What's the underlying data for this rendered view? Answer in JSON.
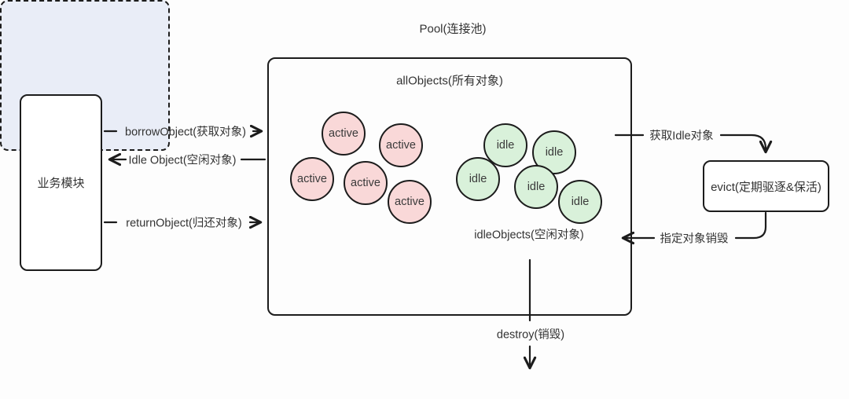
{
  "title": "Pool(连接池)",
  "business_module": {
    "label": "业务模块"
  },
  "pool": {
    "all_objects_label": "allObjects(所有对象)",
    "active_objects": [
      {
        "label": "active"
      },
      {
        "label": "active"
      },
      {
        "label": "active"
      },
      {
        "label": "active"
      },
      {
        "label": "active"
      }
    ],
    "idle_group": {
      "label": "idleObjects(空闲对象)",
      "idle_objects": [
        {
          "label": "idle"
        },
        {
          "label": "idle"
        },
        {
          "label": "idle"
        },
        {
          "label": "idle"
        },
        {
          "label": "idle"
        }
      ]
    }
  },
  "evict": {
    "label": "evict(定期驱逐&保活)"
  },
  "arrows": {
    "borrow": "borrowObject(获取对象)",
    "idle_return": "Idle Object(空闲对象)",
    "return_object": "returnObject(归还对象)",
    "fetch_idle": "获取Idle对象",
    "destroy_target": "指定对象销毁",
    "destroy": "destroy(销毁)"
  },
  "colors": {
    "stroke": "#1c1c1c",
    "text": "#333333",
    "active_fill": "#f9d8d8",
    "idle_fill": "#d9f1da",
    "idle_box_fill": "#e9edf7",
    "bg": "#fdfdfd"
  }
}
